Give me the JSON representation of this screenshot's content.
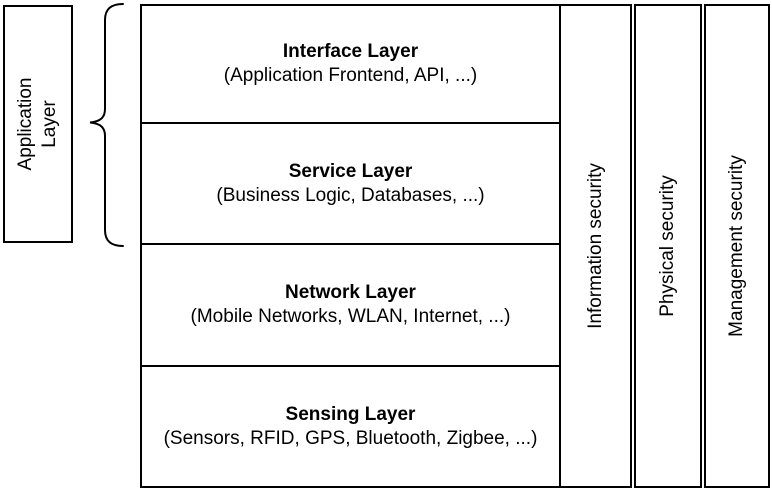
{
  "diagram": {
    "left_box": {
      "label": "Application Layer"
    },
    "stack": {
      "layers": [
        {
          "title": "Interface Layer",
          "subtitle": "(Application Frontend, API, ...)"
        },
        {
          "title": "Service Layer",
          "subtitle": "(Business Logic, Databases, ...)"
        },
        {
          "title": "Network Layer",
          "subtitle": "(Mobile Networks, WLAN, Internet, ...)"
        },
        {
          "title": "Sensing Layer",
          "subtitle": "(Sensors, RFID, GPS, Bluetooth, Zigbee, ...)"
        }
      ]
    },
    "security_bars": [
      {
        "label": "Information security"
      },
      {
        "label": "Physical security"
      },
      {
        "label": "Management security"
      }
    ],
    "colors": {
      "line": "#000000",
      "background": "#ffffff",
      "text": "#000000"
    }
  }
}
